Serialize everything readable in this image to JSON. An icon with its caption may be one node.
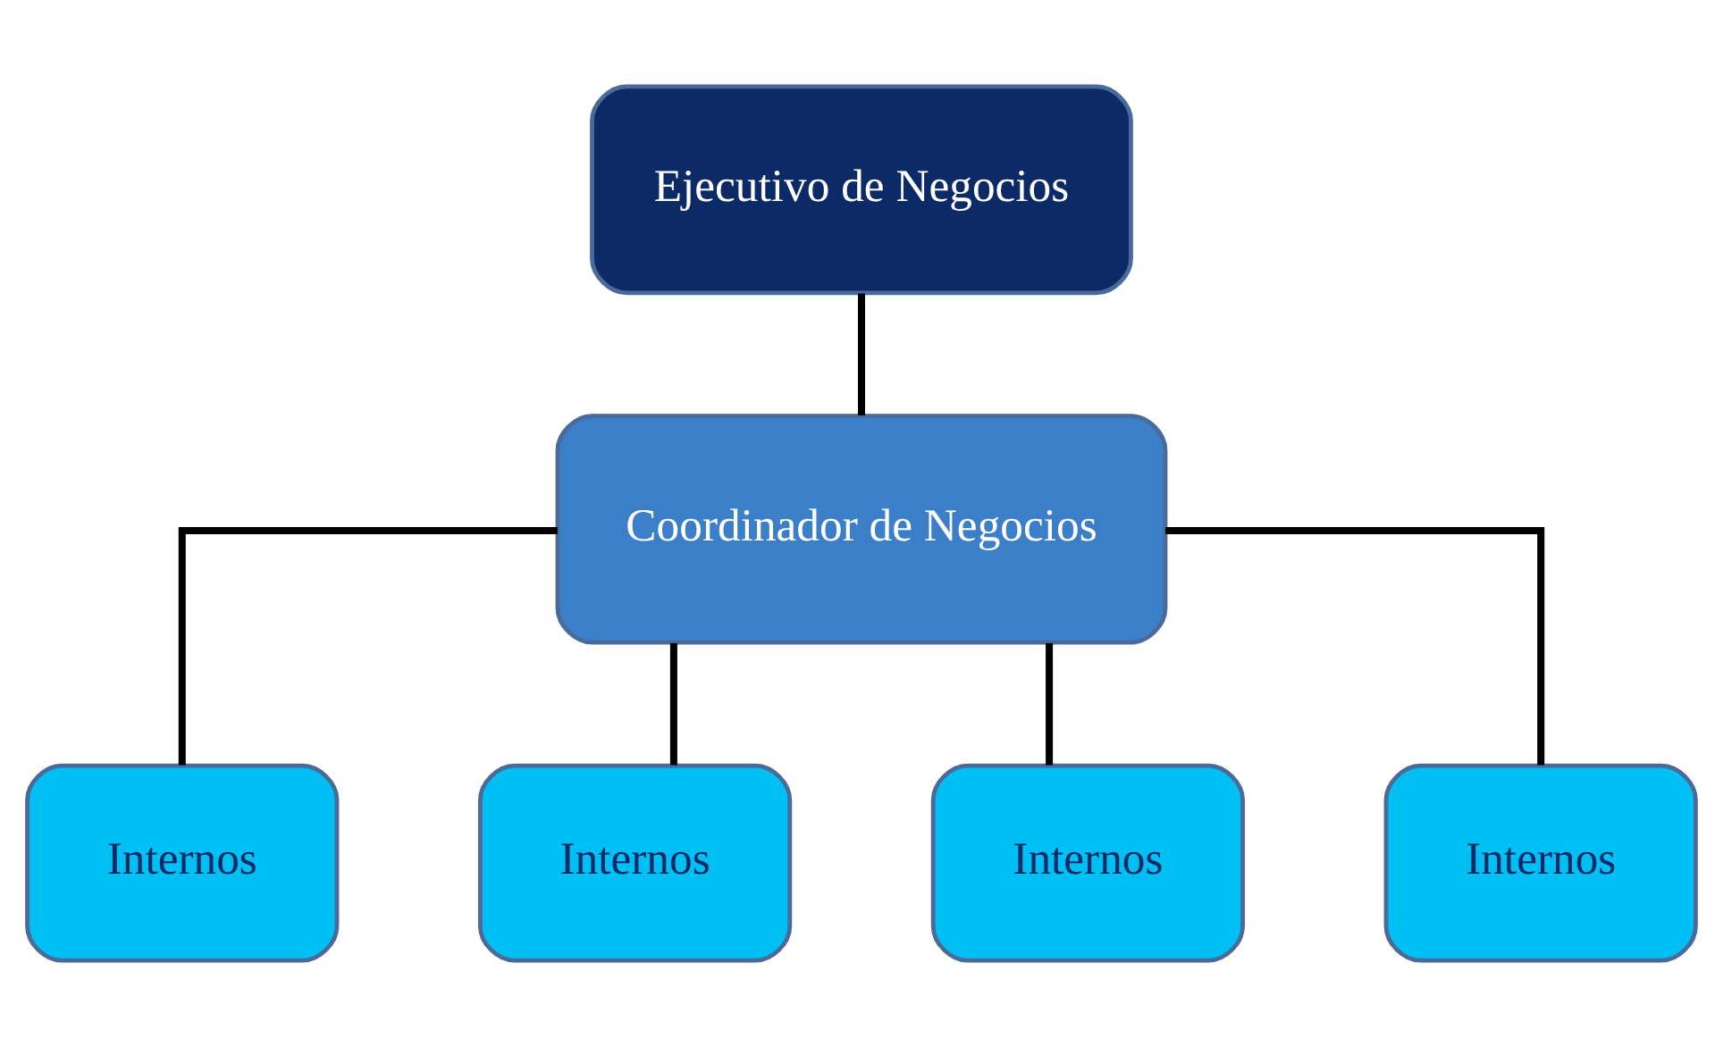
{
  "diagram": {
    "nodes": [
      {
        "text": [
          "Ejecutivo de Negocios"
        ]
      },
      {
        "text": [
          "Coordinador de Negocios"
        ]
      },
      {
        "text": [
          "Internos"
        ]
      },
      {
        "text": [
          "Internos"
        ]
      },
      {
        "text": [
          "Internos"
        ]
      },
      {
        "text": [
          "Internos"
        ]
      }
    ],
    "edges": [
      {
        "from": 0,
        "to": 1,
        "arrow": "none"
      },
      {
        "from": 1,
        "to": 2,
        "arrow": "none"
      },
      {
        "from": 1,
        "to": 3,
        "arrow": "none"
      },
      {
        "from": 1,
        "to": 4,
        "arrow": "none"
      },
      {
        "from": 1,
        "to": 5,
        "arrow": "none"
      }
    ]
  }
}
